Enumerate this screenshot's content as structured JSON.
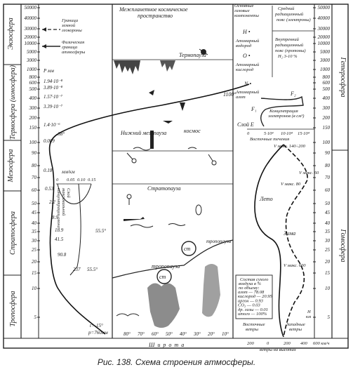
{
  "caption": "Рис. 138. Схема строения атмосферы.",
  "left_spheres": [
    "Экзосфера",
    "Термосфера (ионосфера)",
    "Мезосфера",
    "Стратосфера",
    "Тропосфера"
  ],
  "right_spheres": [
    "Гетеросфера",
    "Гомосфера"
  ],
  "altitudes": [
    "50000",
    "40000",
    "30000",
    "20000",
    "10000",
    "5000",
    "3000",
    "1000",
    "800",
    "600",
    "500",
    "400",
    "300",
    "200",
    "150",
    "100",
    "90",
    "80",
    "70",
    "60",
    "50",
    "45",
    "40",
    "35",
    "30",
    "25",
    "20",
    "15",
    "10",
    "5"
  ],
  "left_panel": {
    "legend_dashed": "Граница земной геокороны",
    "legend_solid": "Физическая граница атмосферы",
    "pressure_unit": "P мм",
    "pressures": [
      "1.94·10⁻⁸",
      "3.89·10⁻⁸",
      "1.57·10⁻⁷",
      "3.39·10⁻⁷",
      "1.4·10⁻⁶",
      "0.009",
      "0.18",
      "0.53",
      "2.2",
      "8.9",
      "18.9",
      "41.5",
      "90.8"
    ],
    "temps": [
      "-38°",
      "55.5°",
      "55.5°"
    ],
    "t_label": "t=-15°",
    "t_surface": "p=760мм",
    "mmkm_label": "мм/км",
    "mmkm_ticks": [
      "0",
      "0.05",
      "0.10",
      "0.15"
    ],
    "ozone_note": "Слой максимальной концентрации озона",
    "value_237": "237"
  },
  "center": {
    "interplanetary": "Межпланетное космическое пространство",
    "thermopause": "Термопауза",
    "mesopause": "Нижний мезопауза",
    "kosmos": "космос",
    "stratopause": "Стратопауза",
    "tropopause": "тропопауза",
    "cyclone": "ст",
    "cyclone2": "ст",
    "temp_1100": "1100°",
    "shirota": "Широта",
    "latitudes": [
      "80°",
      "70°",
      "60°",
      "50°",
      "40°",
      "30°",
      "20°",
      "10°"
    ]
  },
  "right_panel": {
    "gases_header": "Основные газовые компоненты",
    "belt_outer": "Средний радиационный пояс (электроны)",
    "belt_inner": "Внутренний радиационный пояс (протоны)",
    "belt_inner_formula": "H₂ 3-10 %",
    "h_atom": "H •",
    "h_text": "Атомарный водород",
    "o_atom": "O •",
    "o_text": "Атомарный кислород",
    "n_atom": "N •",
    "n_text": "Атомарный азот",
    "f1": "F₁",
    "f2": "F₂",
    "e_layer": "Слой E",
    "electron_conc": "Концентрация электронов (в см³)",
    "electron_ticks": [
      "0",
      "5·10⁴",
      "10·10⁴",
      "15·10⁴"
    ],
    "east_winds_top": "Восточные течения",
    "v_max_150": "V макс. 140÷200",
    "v_max_60": "V макс. 60",
    "v_max_80": "V макс. 80",
    "v_max_600": "V макс. 600",
    "summer": "Лето",
    "winter": "Зима",
    "composition_title": "Состав сухого воздуха в % по объему:",
    "composition": [
      "азот — 78.08",
      "кислород — 20.95",
      "аргон — 0.93",
      "CO₂ — 0.03",
      "др. газы — 0.01",
      "итого — 100%"
    ],
    "east_winds": "Восточные ветры",
    "west_winds": "Западные ветры",
    "h_km": "H км",
    "wind_ticks": [
      "200",
      "0",
      "200",
      "400",
      "600 км/ч"
    ],
    "winds_at_height": "ветры на высотах"
  }
}
